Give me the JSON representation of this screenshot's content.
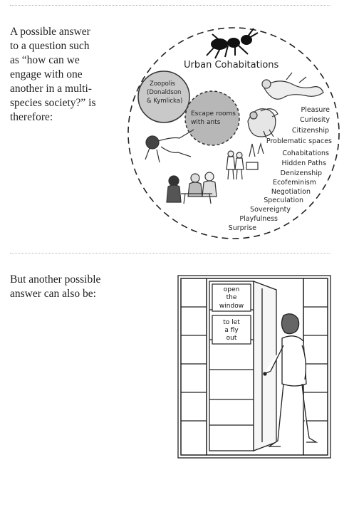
{
  "separators": [
    "top",
    "middle"
  ],
  "section1": {
    "text": "A possible answer to a question such as “how can we engage with one another in a multi-species society?” is therefore:",
    "lines": [
      "A possible answer",
      "to a question such",
      "as “how can we",
      "engage with one",
      "another in a multi-",
      "species society?” is",
      "therefore:"
    ],
    "diagram": {
      "title": "Urban Cohabitations",
      "bubble_left": [
        "Zoopolis",
        "(Donaldson",
        "& Kymlicka)"
      ],
      "bubble_right": [
        "Escape rooms",
        "with ants"
      ],
      "keywords": [
        "Pleasure",
        "Curiosity",
        "Citizenship",
        "Problematic spaces",
        "Cohabitations",
        "Hidden Paths",
        "Denizenship",
        "Ecofeminism",
        "Negotiation",
        "Speculation",
        "Sovereignty",
        "Playfulness",
        "Surprise"
      ]
    }
  },
  "section2": {
    "lines": [
      "But another possible",
      "answer can also be:"
    ],
    "sign_top": [
      "open",
      "the",
      "window"
    ],
    "sign_bottom": [
      "to let",
      "a fly",
      "out"
    ]
  }
}
